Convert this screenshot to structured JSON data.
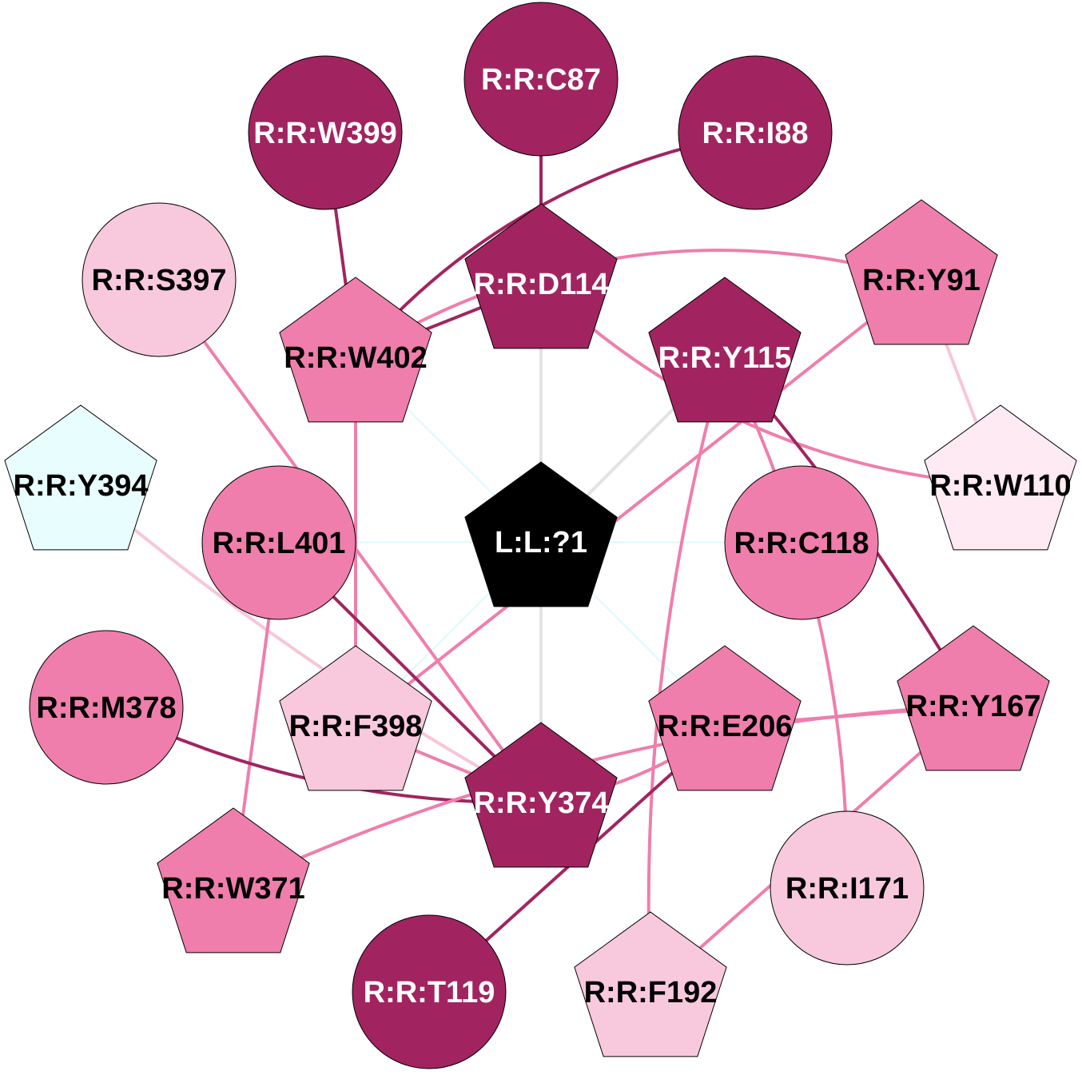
{
  "colors": {
    "dark": "#a12460",
    "medium": "#ef7eac",
    "light": "#f8c8dc",
    "pale": "#fdeaf2",
    "cyan": "#e8fdfd",
    "center": "#000000",
    "edge_grey": "#e3e3e3",
    "edge_cyan": "#dcfafa",
    "edge_lightpink": "#f8c5d9",
    "text_light": "#ffffff",
    "text_dark": "#000000"
  },
  "nodes": [
    {
      "id": "L:L:?1",
      "label": "L:L:?1",
      "shape": "pentagon",
      "fill": "center",
      "text": "light"
    },
    {
      "id": "R:R:C87",
      "label": "R:R:C87",
      "shape": "circle",
      "fill": "dark",
      "text": "light"
    },
    {
      "id": "R:R:W399",
      "label": "R:R:W399",
      "shape": "circle",
      "fill": "dark",
      "text": "light"
    },
    {
      "id": "R:R:I88",
      "label": "R:R:I88",
      "shape": "circle",
      "fill": "dark",
      "text": "light"
    },
    {
      "id": "R:R:S397",
      "label": "R:R:S397",
      "shape": "circle",
      "fill": "light",
      "text": "dark"
    },
    {
      "id": "R:R:D114",
      "label": "R:R:D114",
      "shape": "pentagon",
      "fill": "dark",
      "text": "light"
    },
    {
      "id": "R:R:Y91",
      "label": "R:R:Y91",
      "shape": "pentagon",
      "fill": "medium",
      "text": "dark"
    },
    {
      "id": "R:R:W402",
      "label": "R:R:W402",
      "shape": "pentagon",
      "fill": "medium",
      "text": "dark"
    },
    {
      "id": "R:R:Y115",
      "label": "R:R:Y115",
      "shape": "pentagon",
      "fill": "dark",
      "text": "light"
    },
    {
      "id": "R:R:Y394",
      "label": "R:R:Y394",
      "shape": "pentagon",
      "fill": "cyan",
      "text": "dark"
    },
    {
      "id": "R:R:W110",
      "label": "R:R:W110",
      "shape": "pentagon",
      "fill": "pale",
      "text": "dark"
    },
    {
      "id": "R:R:L401",
      "label": "R:R:L401",
      "shape": "circle",
      "fill": "medium",
      "text": "dark"
    },
    {
      "id": "R:R:C118",
      "label": "R:R:C118",
      "shape": "circle",
      "fill": "medium",
      "text": "dark"
    },
    {
      "id": "R:R:M378",
      "label": "R:R:M378",
      "shape": "circle",
      "fill": "medium",
      "text": "dark"
    },
    {
      "id": "R:R:F398",
      "label": "R:R:F398",
      "shape": "pentagon",
      "fill": "light",
      "text": "dark"
    },
    {
      "id": "R:R:E206",
      "label": "R:R:E206",
      "shape": "pentagon",
      "fill": "medium",
      "text": "dark"
    },
    {
      "id": "R:R:Y167",
      "label": "R:R:Y167",
      "shape": "pentagon",
      "fill": "medium",
      "text": "dark"
    },
    {
      "id": "R:R:Y374",
      "label": "R:R:Y374",
      "shape": "pentagon",
      "fill": "dark",
      "text": "light"
    },
    {
      "id": "R:R:W371",
      "label": "R:R:W371",
      "shape": "pentagon",
      "fill": "medium",
      "text": "dark"
    },
    {
      "id": "R:R:I171",
      "label": "R:R:I171",
      "shape": "circle",
      "fill": "light",
      "text": "dark"
    },
    {
      "id": "R:R:T119",
      "label": "R:R:T119",
      "shape": "circle",
      "fill": "dark",
      "text": "light"
    },
    {
      "id": "R:R:F192",
      "label": "R:R:F192",
      "shape": "pentagon",
      "fill": "light",
      "text": "dark"
    }
  ],
  "edges": [
    {
      "source": "L:L:?1",
      "target": "R:R:D114",
      "color": "edge_grey"
    },
    {
      "source": "L:L:?1",
      "target": "R:R:Y115",
      "color": "edge_grey"
    },
    {
      "source": "L:L:?1",
      "target": "R:R:Y374",
      "color": "edge_grey"
    },
    {
      "source": "L:L:?1",
      "target": "R:R:W402",
      "color": "edge_cyan"
    },
    {
      "source": "L:L:?1",
      "target": "R:R:L401",
      "color": "edge_cyan"
    },
    {
      "source": "L:L:?1",
      "target": "R:R:C118",
      "color": "edge_cyan"
    },
    {
      "source": "L:L:?1",
      "target": "R:R:F398",
      "color": "edge_cyan"
    },
    {
      "source": "L:L:?1",
      "target": "R:R:E206",
      "color": "edge_cyan"
    },
    {
      "source": "R:R:C87",
      "target": "R:R:D114",
      "color": "dark"
    },
    {
      "source": "R:R:W399",
      "target": "R:R:W402",
      "color": "dark"
    },
    {
      "source": "R:R:I88",
      "target": "R:R:W402",
      "color": "dark"
    },
    {
      "source": "R:R:D114",
      "target": "R:R:W402",
      "color": "dark"
    },
    {
      "source": "R:R:W402",
      "target": "R:R:Y91",
      "color": "medium"
    },
    {
      "source": "R:R:D114",
      "target": "R:R:W110",
      "color": "medium"
    },
    {
      "source": "R:R:Y91",
      "target": "R:R:W110",
      "color": "edge_lightpink"
    },
    {
      "source": "R:R:S397",
      "target": "R:R:Y374",
      "color": "medium"
    },
    {
      "source": "R:R:W402",
      "target": "R:R:F398",
      "color": "medium"
    },
    {
      "source": "R:R:Y91",
      "target": "R:R:F398",
      "color": "medium"
    },
    {
      "source": "R:R:Y115",
      "target": "R:R:F192",
      "color": "medium"
    },
    {
      "source": "R:R:Y115",
      "target": "R:R:I171",
      "color": "medium"
    },
    {
      "source": "R:R:Y115",
      "target": "R:R:Y167",
      "color": "dark"
    },
    {
      "source": "R:R:Y394",
      "target": "R:R:Y374",
      "color": "edge_lightpink"
    },
    {
      "source": "R:R:L401",
      "target": "R:R:Y374",
      "color": "dark"
    },
    {
      "source": "R:R:L401",
      "target": "R:R:W371",
      "color": "medium"
    },
    {
      "source": "R:R:M378",
      "target": "R:R:Y374",
      "color": "dark"
    },
    {
      "source": "R:R:F398",
      "target": "R:R:Y374",
      "color": "medium"
    },
    {
      "source": "R:R:Y374",
      "target": "R:R:E206",
      "color": "medium"
    },
    {
      "source": "R:R:E206",
      "target": "R:R:Y167",
      "color": "medium"
    },
    {
      "source": "R:R:E206",
      "target": "R:R:T119",
      "color": "dark"
    },
    {
      "source": "R:R:W371",
      "target": "R:R:Y167",
      "color": "medium"
    },
    {
      "source": "R:R:Y167",
      "target": "R:R:F192",
      "color": "medium"
    }
  ]
}
